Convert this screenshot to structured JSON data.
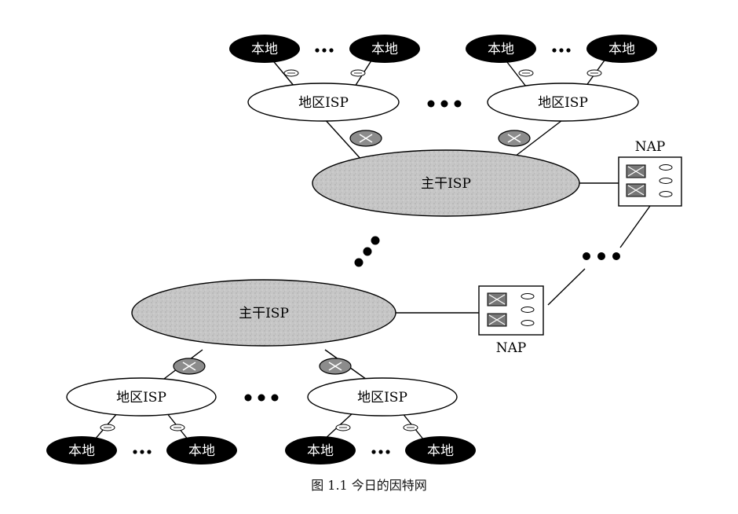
{
  "labels": {
    "local": "本地",
    "regional_isp": "地区ISP",
    "backbone_isp": "主干ISP",
    "nap": "NAP",
    "ellipsis": "…"
  },
  "caption": "图 1.1    今日的因特网",
  "colors": {
    "local_fill": "#000000",
    "regional_fill": "#ffffff",
    "backbone_fill": "#c4c4c4",
    "router_fill": "#8c8c8c",
    "line": "#000000"
  }
}
